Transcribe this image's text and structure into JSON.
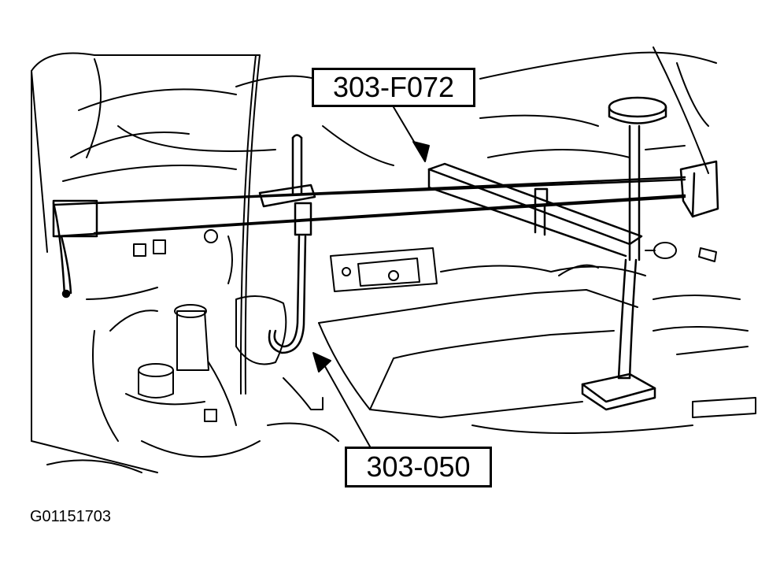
{
  "figure": {
    "callouts": {
      "top": "303-F072",
      "bottom": "303-050"
    },
    "figure_id": "G01151703"
  },
  "colors": {
    "line": "#000000",
    "background": "#ffffff"
  },
  "icons": [
    "engine-support-bar",
    "lifting-hook",
    "arrow"
  ]
}
